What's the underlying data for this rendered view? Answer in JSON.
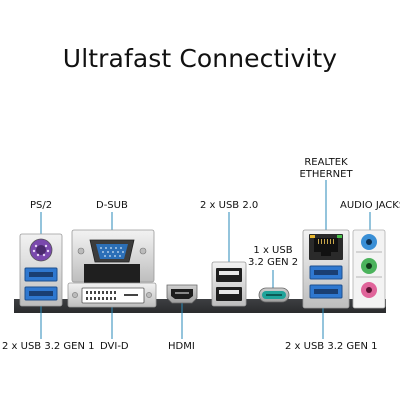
{
  "title": "Ultrafast Connectivity",
  "labels": {
    "ps2": "PS/2",
    "dsub": "D-SUB",
    "usb20": "2 x USB 2.0",
    "usb32gen2_line1": "1 x USB",
    "usb32gen2_line2": "3.2 GEN 2",
    "realtek_line1": "REALTEK",
    "realtek_line2": "ETHERNET",
    "audio": "AUDIO JACKS",
    "usb32gen1_left": "2 x USB 3.2 GEN 1",
    "dvid": "DVI-D",
    "hdmi": "HDMI",
    "usb32gen1_right": "2 x USB 3.2 GEN 1"
  },
  "colors": {
    "usb3": "#2f78d0",
    "usb31gen2": "#1fa39a",
    "callout": "#2a8ab8",
    "audio_blue": "#3a8fd6",
    "audio_green": "#4bb35c",
    "audio_pink": "#e0649a",
    "ps2_purple": "#8a58b8"
  }
}
